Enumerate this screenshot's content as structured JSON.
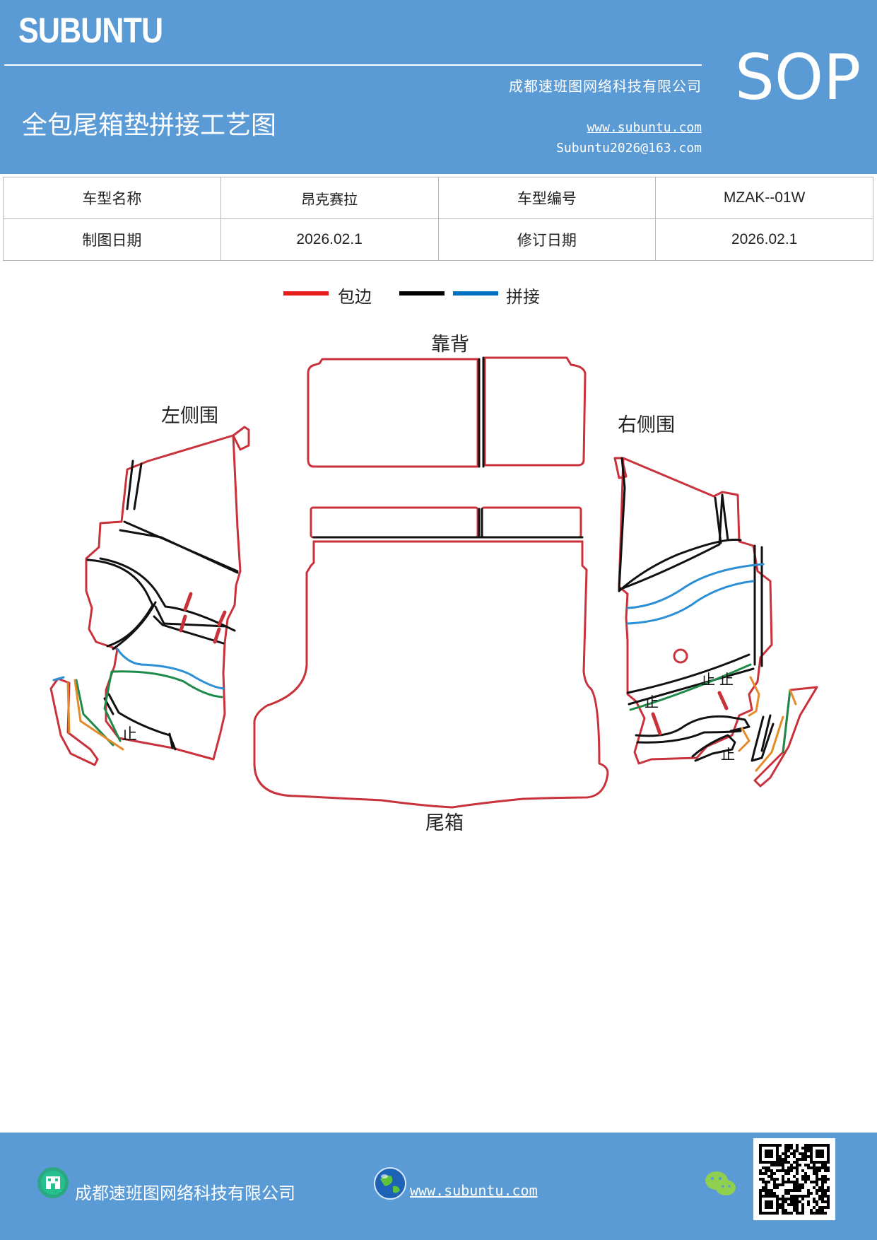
{
  "header": {
    "brand": "SUBUNTU",
    "badge": "SOP",
    "company": "成都速班图网络科技有限公司",
    "title": "全包尾箱垫拼接工艺图",
    "website": "www.subuntu.com",
    "email": "Subuntu2026@163.com"
  },
  "info": {
    "model_name_label": "车型名称",
    "model_name": "昂克赛拉",
    "model_code_label": "车型编号",
    "model_code": "MZAK--01W",
    "draw_date_label": "制图日期",
    "draw_date": "2026.02.1",
    "revise_date_label": "修订日期",
    "revise_date": "2026.02.1"
  },
  "legend": {
    "items": [
      {
        "label": "包边",
        "color": "#e81c1c"
      },
      {
        "label": "",
        "color": "#000000"
      },
      {
        "label": "拼接",
        "color": "#0070c0"
      }
    ]
  },
  "diagram": {
    "label_backrest": "靠背",
    "label_left": "左侧围",
    "label_right": "右侧围",
    "label_trunk": "尾箱",
    "stop_mark": "止"
  },
  "footer": {
    "company": "成都速班图网络科技有限公司",
    "website": "www.subuntu.com"
  },
  "icons": {
    "company": "building-icon",
    "web": "globe-icon",
    "wechat": "wechat-icon",
    "qr": "qr-code-icon"
  },
  "colors": {
    "header_bg": "#5b9bd5",
    "edge_red": "#c9323a",
    "seam_black": "#111111",
    "seam_blue": "#2a8fd4",
    "seam_green": "#1e8a4a",
    "seam_orange": "#e38b2a"
  }
}
